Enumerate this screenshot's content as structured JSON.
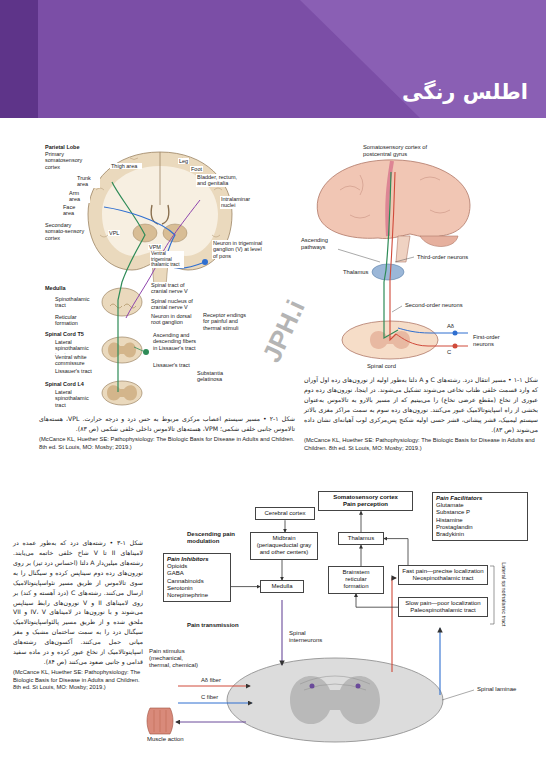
{
  "diagram": {
    "title": "اطلس رنگی",
    "nodes": [
      {
        "text": [
          "Somatosensory cortex",
          "Pain perception"
        ]
      },
      {
        "text": [
          "Cerebral cortex"
        ]
      },
      {
        "text": [
          "Pain Facilitators",
          "Glutamate",
          "Substance P",
          "Histamine",
          "Prostaglandin",
          "Bradykinin"
        ]
      },
      {
        "text": [
          "Midbrain",
          "(periaqueductal gray and other centers)"
        ]
      },
      {
        "text": [
          "Thalamus"
        ]
      },
      {
        "text": [
          "Pain Inhibitors",
          "Opioids",
          "GABA",
          "Cannabinoids",
          "Serotonin",
          "Norepinephrine"
        ]
      },
      {
        "text": [
          "Brainstem reticular formation"
        ]
      },
      {
        "text": [
          "Medulla"
        ]
      },
      {
        "text": [
          "Fast pain—precise localization",
          "Neospinothalamic tract"
        ]
      },
      {
        "text": [
          "Slow pain—poor localization",
          "Paleospinothalamic tract"
        ]
      }
    ],
    "edges": [
      {
        "from": 4,
        "to": 0,
        "arrow": "to"
      },
      {
        "from": 1,
        "to": 3,
        "arrow": "to"
      },
      {
        "from": 3,
        "to": 7,
        "arrow": "to"
      },
      {
        "from": 6,
        "to": 4,
        "arrow": "to"
      },
      {
        "from": 8,
        "to": 4,
        "arrow": "to"
      },
      {
        "from": 9,
        "to": 6,
        "arrow": "to"
      },
      {
        "from": 5,
        "to": 7,
        "arrow": "to"
      }
    ],
    "labels": [
      "JPH.i",
      "Parietal Lobe",
      "Primary somatosensory cortex",
      "Thigh area",
      "Leg",
      "Foot",
      "Trunk area",
      "Bladder, rectum, and genitalia",
      "Arm area",
      "Face area",
      "Intralaminar nuclei",
      "Secondary somato-sensory cortex",
      "VPL",
      "VPM",
      "Ventral trigeminal thalamic tract",
      "Neuron in trigeminal ganglion (V) at level of pons",
      "Spinal tract of cranial nerve V",
      "Medulla",
      "Spinothalamic tract",
      "Spinal nucleus of cranial nerve V",
      "Neuron in dorsal root ganglion",
      "Reticular formation",
      "Receptor endings for painful and thermal stimuli",
      "Spinal Cord T5",
      "Lateral spinothalamic tract",
      "Ascending and descending fibers in Lissauer's tract",
      "Ventral white commissure",
      "Lissauer's tract",
      "Lissauer's tract",
      "Substantia gelatinosa",
      "Spinal Cord L4",
      "Lateral spinothalamic tract",
      "Somatosensory cortex of postcentral gyrus",
      "Ascending pathways",
      "Third-order neurons",
      "Thalamus",
      "Second-order neurons",
      "Aδ",
      "C",
      "First-order neurons",
      "Spinal cord",
      "شکل ۱-۱ • مسیر انتقال درد. رشته‌های C و A دلتا به‌طور اولیه از نورون‌های رده اول آوران که وارد قسمت خلفی طناب نخاعی می‌شوند تشکیل می‌شوند. در اینجا، نورون‌های رده دوم عبوری از نخاع (مقطع عرضی نخاع) را می‌بینیم که از مسیر بالارو به تالاموس به‌عنوان بخشی از راه اسپاینوتالامیک عبور می‌کنند. نورون‌های رده سوم به سمت مراکز مغزی بالاتر سیستم لیمبیک، قشر پیشانی، قشر حسی اولیه شکنج پس‌مرکزی لوب آهیانه‌ای نشان داده می‌شوند (ص ۸۳).",
      "(McCance KL, Huether SE: Pathophysiology: The Biologic Basis for Disease in Adults and Children. 8th ed. St Louis, MO: Mosby; 2019.)",
      "شکل ۱-۲ • مسیر سیستم اعصاب مرکزی مربوط به حس درد و درجه حرارت. VPL، هسته‌های تالاموس جانبی خلفی شکمی؛ VPM، هسته‌های تالاموس داخلی خلفی شکمی (ص ۸۳).",
      "(McCance KL, Huether SE: Pathophysiology: The Biologic Basis for Disease in Adults and Children. 8th ed. St Louis, MO: Mosby; 2019.)",
      "Descending pain modulation",
      "Lateral spinothalamic tract",
      "Pain transmission",
      "Spinal interneurons",
      "Pain stimulus (mechanical, thermal, chemical)",
      "Aδ fiber",
      "C fiber",
      "Spinal laminae",
      "Muscle action",
      "شکل ۱-۳ • رشته‌های درد که به‌طور عمده در لامیناهای II تا V شاخ خلفی خاتمه می‌یابند. رشته‌های میلین‌دار A دلتا (احساس درد تیز) بر روی نورون‌های رده دوم سیناپس کرده و سیگنال را به سوی تالاموس از طریق مسیر نئواسپاینوتالامیک ارسال می‌کنند. رشته‌های C (درد آهسته و کند) بر روی لامیناهای II و V نورون‌های رابط سیناپس می‌شوند و با نورون‌ها در لامیناهای IV، V و VII ملحق شده و از طریق مسیر پالئواسپاینوتالامیک سیگنال درد را به سمت ساختمان مشبک و مغز میانی حمل می‌کنند. آکسون‌های رشته‌های اسپاینوتالامیک از نخاع عبور کرده و در ماده سفید قدامی و جانبی صعود می‌کنند (ص ۸۴).",
      "(McCance KL, Huether SE: Pathophysiology: The Biologic Basis for Disease in Adults and Children. 8th ed. St Louis, MO: Mosby; 2019.)"
    ]
  }
}
